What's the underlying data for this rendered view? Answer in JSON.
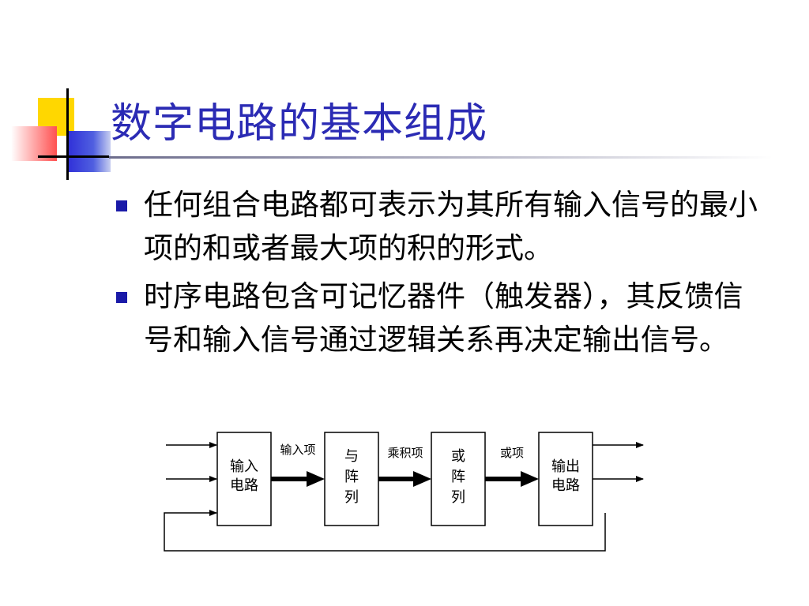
{
  "slide": {
    "title": "数字电路的基本组成",
    "bullets": [
      "任何组合电路都可表示为其所有输入信号的最小项的和或者最大项的积的形式。",
      "时序电路包含可记忆器件（触发器），其反馈信号和输入信号通过逻辑关系再决定输出信号。"
    ]
  },
  "colors": {
    "title": "#2b2bb4",
    "bullet": "#1a1aa8",
    "deco_yellow": "#ffd700",
    "deco_red": "#ff5050",
    "deco_blue": "#3030d8"
  },
  "diagram": {
    "blocks": {
      "input_circuit": [
        "输入",
        "电路"
      ],
      "and_array": [
        "与",
        "阵",
        "列"
      ],
      "or_array": [
        "或",
        "阵",
        "列"
      ],
      "output_circuit": [
        "输出",
        "电路"
      ]
    },
    "arrows": {
      "input_terms": "输入项",
      "product_terms": "乘积项",
      "or_terms": "或项"
    }
  }
}
